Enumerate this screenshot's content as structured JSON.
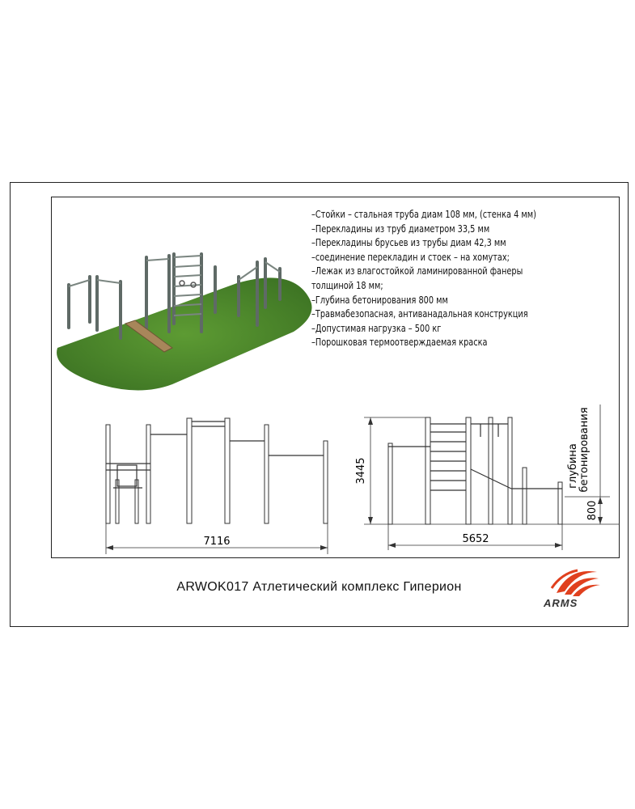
{
  "specs": [
    "–Стойки – стальная труба диам 108 мм, (стенка 4 мм)",
    "–Перекладины из труб диаметром 33,5 мм",
    "–Перекладины брусьев из трубы диам 42,3 мм",
    "–соединение перекладин и стоек – на хомутах;",
    "–Лежак из влагостойкой ламинированной фанеры",
    "толщиной 18 мм;",
    "–Глубина бетонирования   800 мм",
    "–Травмабезопасная, антиванадальная конструкция",
    "–Допустимая нагрузка – 500 кг",
    "–Порошковая термоотверждаемая краска"
  ],
  "drawing": {
    "front_width": "7116",
    "side_width": "5652",
    "height": "3445",
    "depth": "800",
    "depth_label_1": "глубина",
    "depth_label_2": "бетонирования"
  },
  "title": "ARWOK017 Атлетический комплекс Гиперион",
  "logo_text": "ARMS",
  "colors": {
    "grass": "#4f8a2c",
    "metal": "#6a7570",
    "logo": "#e0401e"
  }
}
